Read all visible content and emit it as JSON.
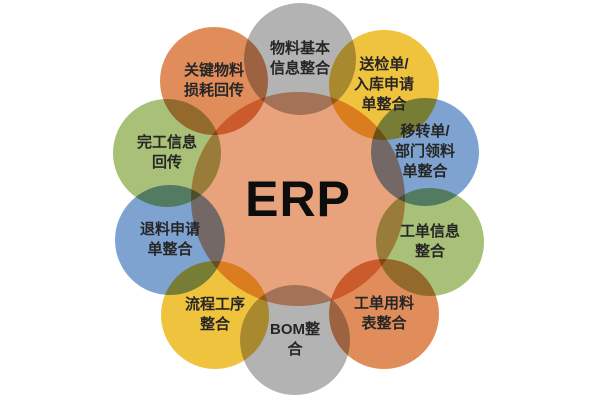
{
  "diagram": {
    "title": "ERP integration hub diagram",
    "center": {
      "label": "ERP",
      "color": "#E8A37C"
    },
    "nodes": [
      {
        "id": "material-basic-info",
        "label": "物料基本\n信息整合",
        "color": "#B3B3B3"
      },
      {
        "id": "inspection-inbound-request",
        "label": "送检单/\n入库申请\n单整合",
        "color": "#F0C33F"
      },
      {
        "id": "transfer-dept-picking",
        "label": "移转单/\n部门领料\n单整合",
        "color": "#7EA3D1"
      },
      {
        "id": "work-order-info",
        "label": "工单信息\n整合",
        "color": "#A8C077"
      },
      {
        "id": "work-order-material-list",
        "label": "工单用料\n表整合",
        "color": "#E08D5B"
      },
      {
        "id": "bom-integration",
        "label": "BOM整\n合",
        "color": "#B3B3B3"
      },
      {
        "id": "process-route",
        "label": "流程工序\n整合",
        "color": "#F0C33F"
      },
      {
        "id": "material-return-request",
        "label": "退料申请\n单整合",
        "color": "#7EA3D1"
      },
      {
        "id": "completion-info-feedback",
        "label": "完工信息\n回传",
        "color": "#A8C077"
      },
      {
        "id": "key-material-loss-feedback",
        "label": "关键物料\n损耗回传",
        "color": "#E08D5B"
      }
    ]
  }
}
